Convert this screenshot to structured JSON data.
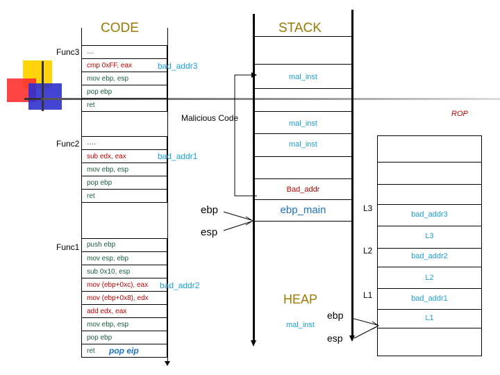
{
  "code": {
    "title": "CODE",
    "func3": {
      "label": "Func3",
      "rows": [
        "…",
        "cmp   0xFF, eax",
        "mov  ebp, esp",
        "pop   ebp",
        "ret"
      ],
      "annotation": "bad_addr3"
    },
    "func2": {
      "label": "Func2",
      "rows": [
        "….",
        "sub   edx, eax",
        "mov  ebp, esp",
        "pop   ebp",
        "ret"
      ],
      "annotation": "bad_addr1"
    },
    "func1": {
      "label": "Func1",
      "rows": [
        "push ebp",
        "mov esp, ebp",
        "sub  0x10, esp",
        "mov  (ebp+0xc), eax",
        "mov  (ebp+0x8), edx",
        "add   edx, eax",
        "mov  ebp, esp",
        "pop   ebp",
        "ret"
      ],
      "annotation": "bad_addr2",
      "ret_note": "pop eip"
    }
  },
  "stack": {
    "title": "STACK",
    "cells": [
      "",
      "mal_inst",
      "",
      "mal_inst",
      "mal_inst",
      "",
      "Bad_addr",
      "ebp_main"
    ],
    "malicious_code_label": "Malicious Code",
    "ebp_label": "ebp",
    "esp_label": "esp"
  },
  "heap": {
    "title": "HEAP",
    "mal_inst": "mal_inst",
    "ebp_label": "ebp",
    "esp_label": "esp"
  },
  "rop": {
    "title": "ROP",
    "cells": [
      "",
      "",
      "",
      "bad_addr3",
      "L3",
      "bad_addr2",
      "L2",
      "bad_addr1",
      "L1",
      ""
    ],
    "markers": [
      "L3",
      "L2",
      "L1"
    ]
  },
  "colors": {
    "title": "#9a7a00",
    "accent_cyan": "#1aa0d8",
    "accent_red": "#c00000",
    "accent_green": "#1a5c3c"
  }
}
